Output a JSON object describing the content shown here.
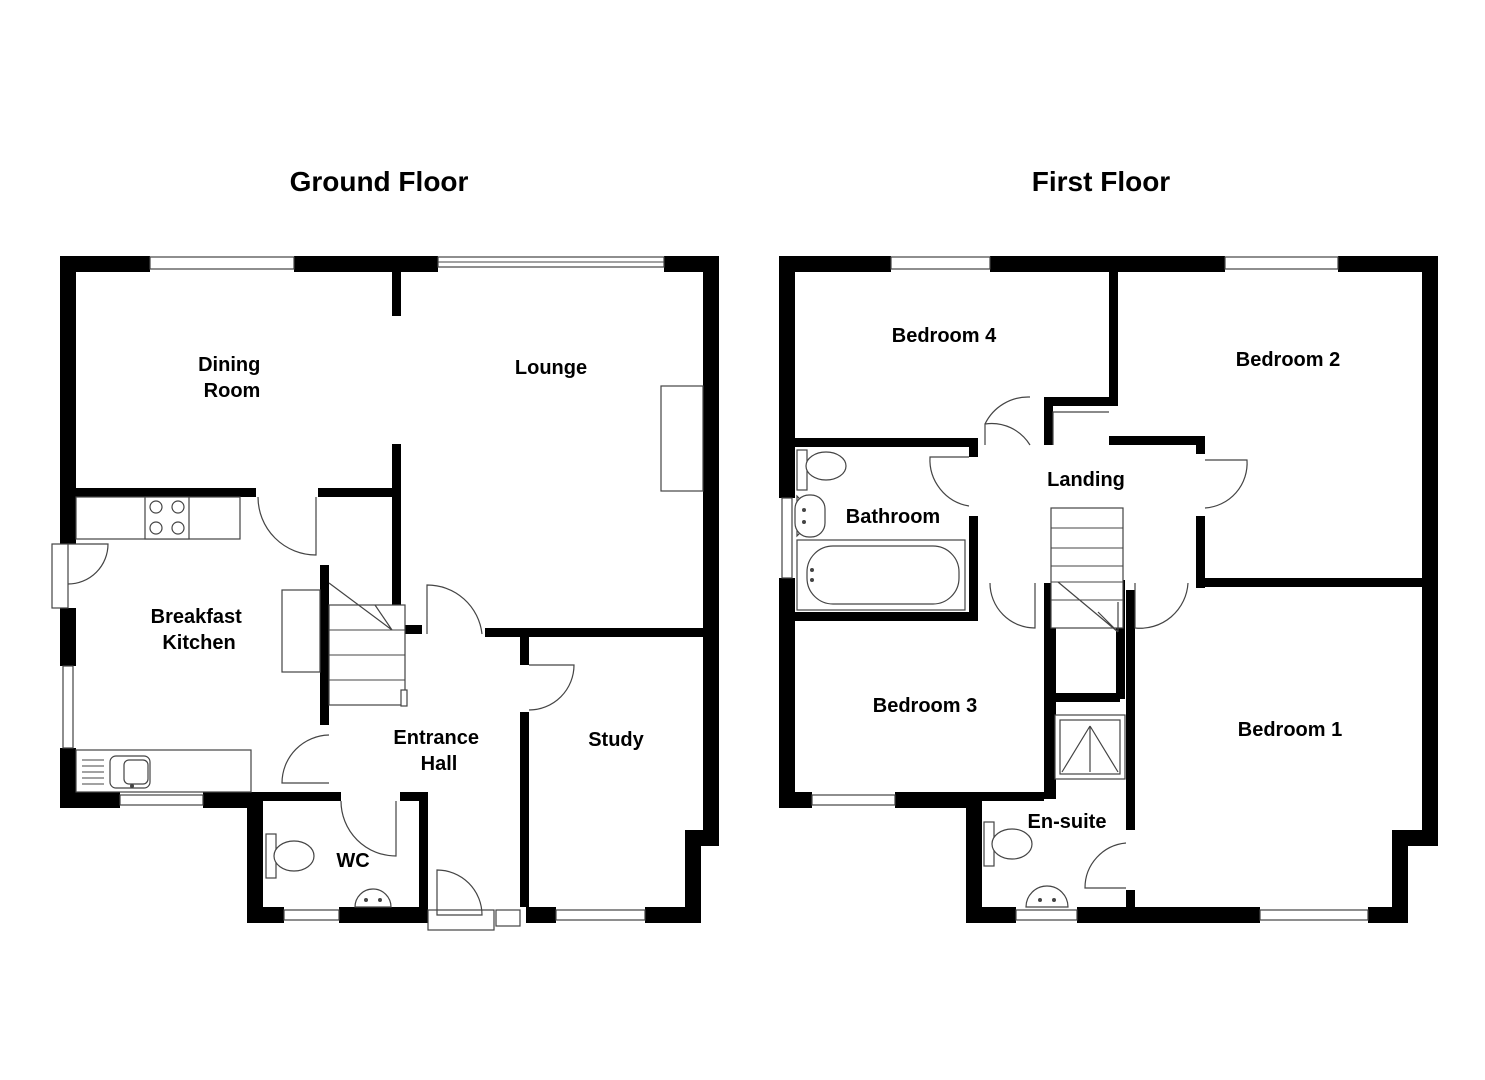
{
  "floors": {
    "ground": {
      "title": "Ground Floor",
      "rooms": {
        "dining": [
          "Dining",
          "Room"
        ],
        "lounge": [
          "Lounge"
        ],
        "kitchen": [
          "Breakfast",
          "Kitchen"
        ],
        "hall": [
          "Entrance",
          "Hall"
        ],
        "study": [
          "Study"
        ],
        "wc": [
          "WC"
        ]
      }
    },
    "first": {
      "title": "First Floor",
      "rooms": {
        "bedroom4": [
          "Bedroom 4"
        ],
        "bedroom2": [
          "Bedroom 2"
        ],
        "landing": [
          "Landing"
        ],
        "bathroom": [
          "Bathroom"
        ],
        "bedroom3": [
          "Bedroom 3"
        ],
        "bedroom1": [
          "Bedroom 1"
        ],
        "ensuite": [
          "En-suite"
        ]
      }
    }
  }
}
